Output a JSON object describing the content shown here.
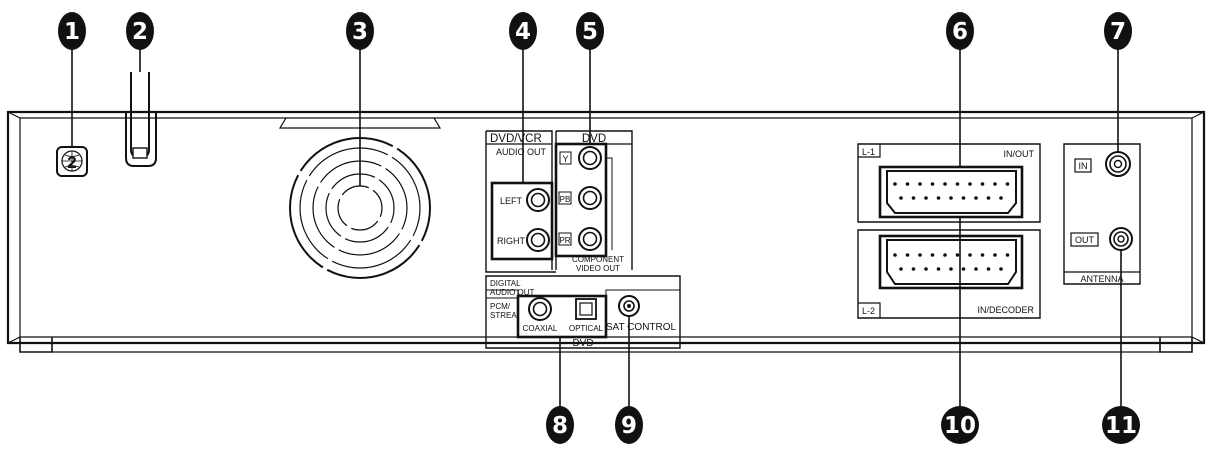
{
  "callouts": [
    "1",
    "2",
    "3",
    "4",
    "5",
    "6",
    "7",
    "8",
    "9",
    "10",
    "11"
  ],
  "region_code": "2",
  "labels": {
    "dvd_vcr": "DVD/VCR",
    "audio_out": "AUDIO OUT",
    "left": "LEFT",
    "right": "RIGHT",
    "dvd_top": "DVD",
    "y": "Y",
    "pb": "PB",
    "pr": "PR",
    "component": "COMPONENT",
    "video_out": "VIDEO OUT",
    "digital": "DIGITAL",
    "audio_out_2": "AUDIO OUT",
    "pcm": "PCM/",
    "stream": "STREAM",
    "coaxial": "COAXIAL",
    "optical": "OPTICAL",
    "sat_control": "SAT CONTROL",
    "dvd_bottom": "DVD",
    "l1": "L-1",
    "in_out": "IN/OUT",
    "l2": "L-2",
    "in_decoder": "IN/DECODER",
    "in": "IN",
    "out": "OUT",
    "antenna": "ANTENNA"
  }
}
